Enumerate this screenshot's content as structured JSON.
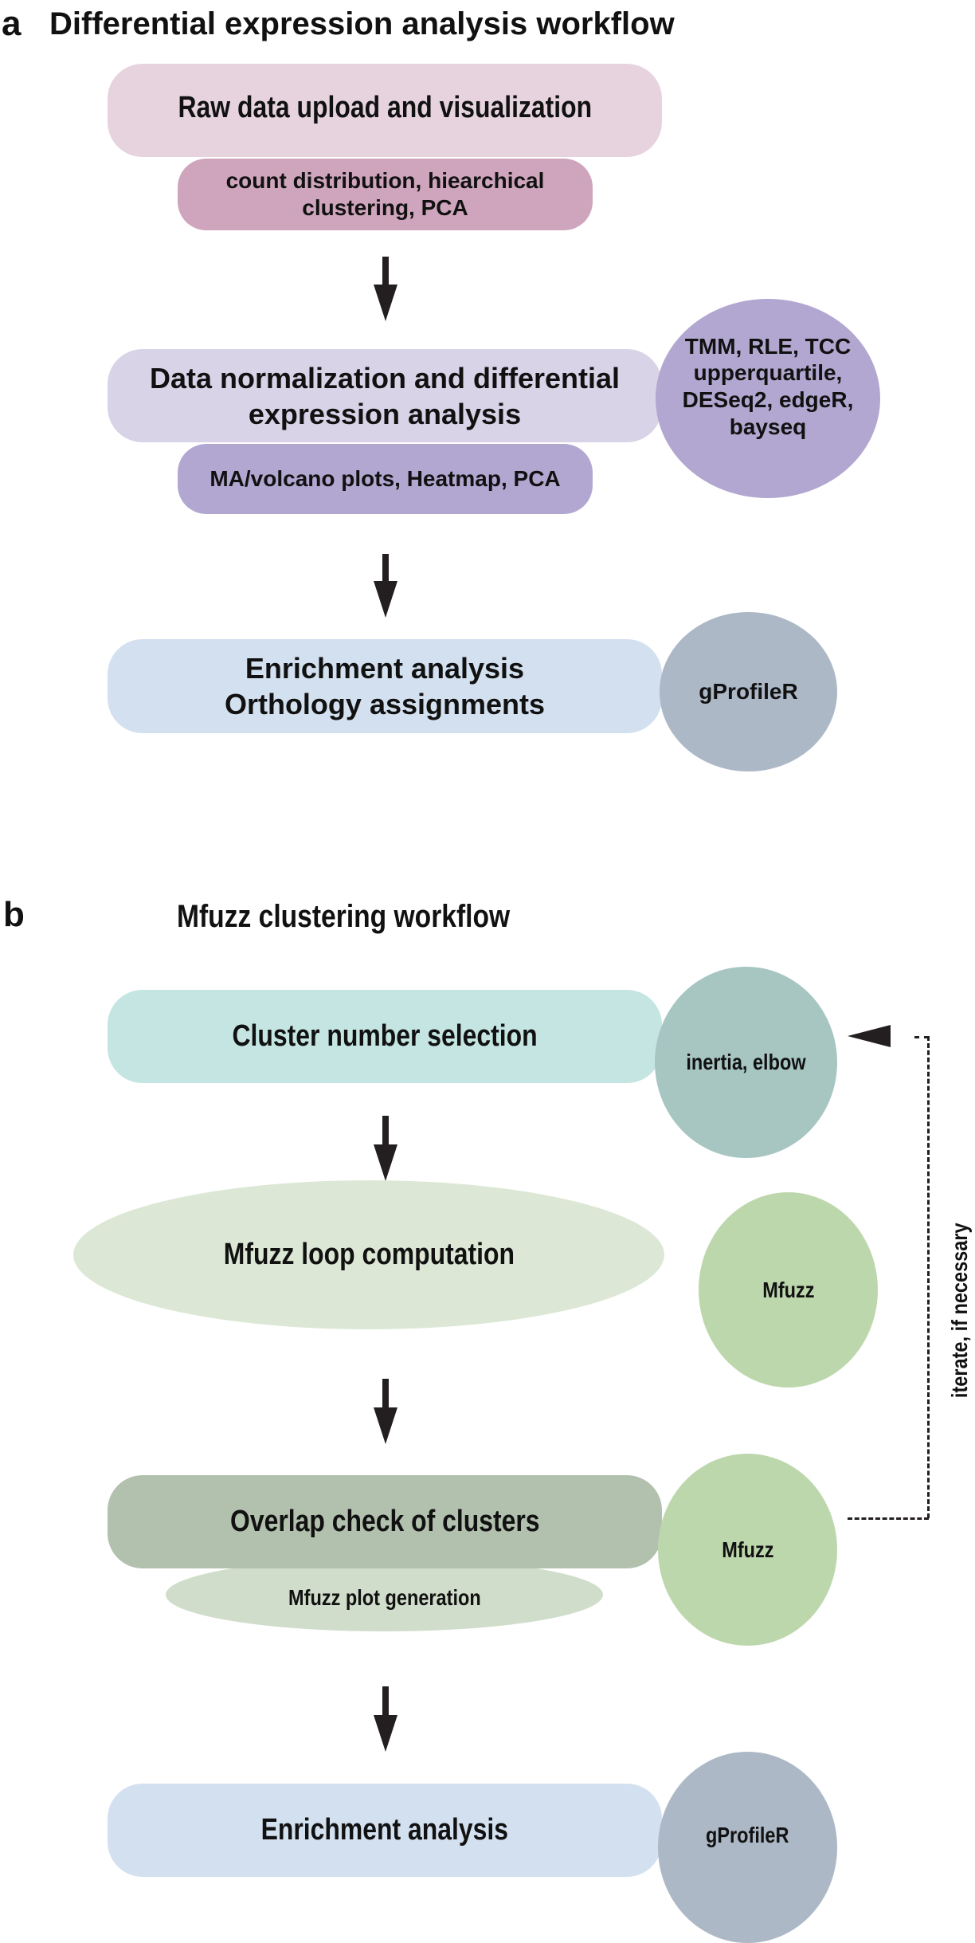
{
  "panel_a": {
    "letter": "a",
    "title": "Differential expression analysis workflow",
    "steps": [
      {
        "label": "Raw data upload and visualization",
        "sub": "count distribution, hiearchical clustering, PCA",
        "colors": {
          "main": "#e6d3de",
          "sub": "#cea5bc"
        }
      },
      {
        "label": "Data normalization and differential expression analysis",
        "sub": "MA/volcano plots, Heatmap, PCA",
        "tool": "TMM, RLE, TCC upperquartile, DESeq2, edgeR, bayseq",
        "colors": {
          "main": "#d8d3e7",
          "sub": "#b2a7d1",
          "tool": "#b2a7d1"
        }
      },
      {
        "label_lines": [
          "Enrichment analysis",
          "Orthology assignments"
        ],
        "tool": "gProfileR",
        "colors": {
          "main": "#d3e0ef",
          "tool": "#adb8c7"
        }
      }
    ]
  },
  "panel_b": {
    "letter": "b",
    "title": "Mfuzz clustering workflow",
    "steps": [
      {
        "label": "Cluster number selection",
        "tool": "inertia, elbow",
        "colors": {
          "main": "#c4e5e2",
          "tool": "#a7c6c2"
        }
      },
      {
        "label": "Mfuzz loop computation",
        "tool": "Mfuzz",
        "colors": {
          "main": "#dce8d5",
          "tool": "#bdd7ad"
        }
      },
      {
        "label": "Overlap check of clusters",
        "sub": "Mfuzz plot generation",
        "tool": "Mfuzz",
        "colors": {
          "main": "#b2c0ae",
          "sub": "#d0ddca",
          "tool": "#bdd7ad"
        }
      },
      {
        "label": "Enrichment analysis",
        "tool": "gProfileR",
        "colors": {
          "main": "#d3e0ef",
          "tool": "#adb8c7"
        }
      }
    ],
    "loop_label": "iterate, if necessary"
  },
  "colors": {
    "arrow": "#231f20",
    "text": "#111111"
  }
}
